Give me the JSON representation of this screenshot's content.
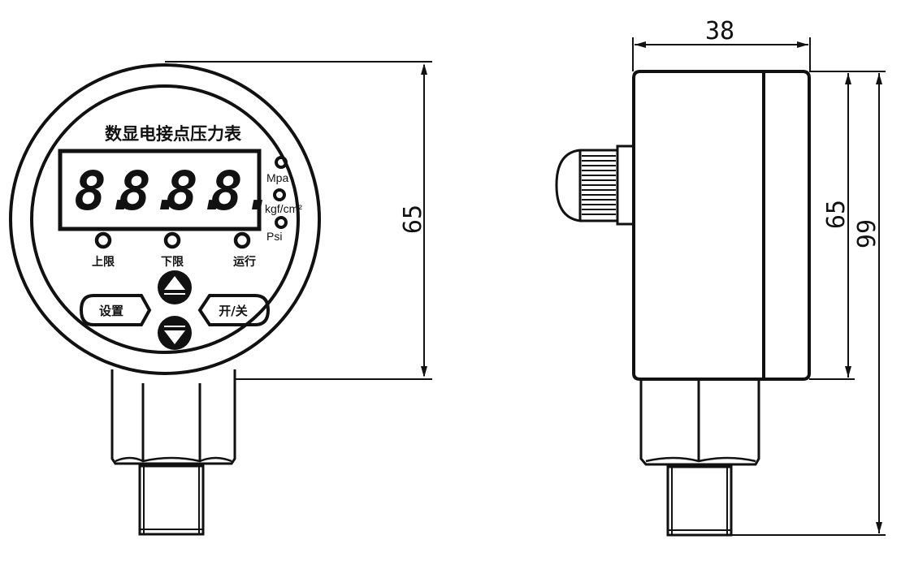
{
  "diagram": {
    "type": "technical-dimension-drawing",
    "subject": "digital electric contact pressure gauge",
    "colors": {
      "line": "#111111",
      "background": "#ffffff"
    }
  },
  "front_view": {
    "title": "数显电接点压力表",
    "display": {
      "digits": "8.8.8.8.",
      "segments": [
        "8.",
        "8.",
        "8.",
        "8."
      ]
    },
    "units": [
      {
        "label": "Mpa"
      },
      {
        "label": "kgf/cm²"
      },
      {
        "label": "Psi"
      }
    ],
    "indicators": [
      {
        "label": "上限"
      },
      {
        "label": "下限"
      },
      {
        "label": "运行"
      }
    ],
    "buttons": {
      "set": "设置",
      "power": "开/关",
      "up": "up-arrow",
      "down": "down-arrow"
    },
    "dimension_diameter": "65"
  },
  "side_view": {
    "dimension_depth": "38",
    "dimension_body_height": "65",
    "dimension_total_height": "99"
  }
}
